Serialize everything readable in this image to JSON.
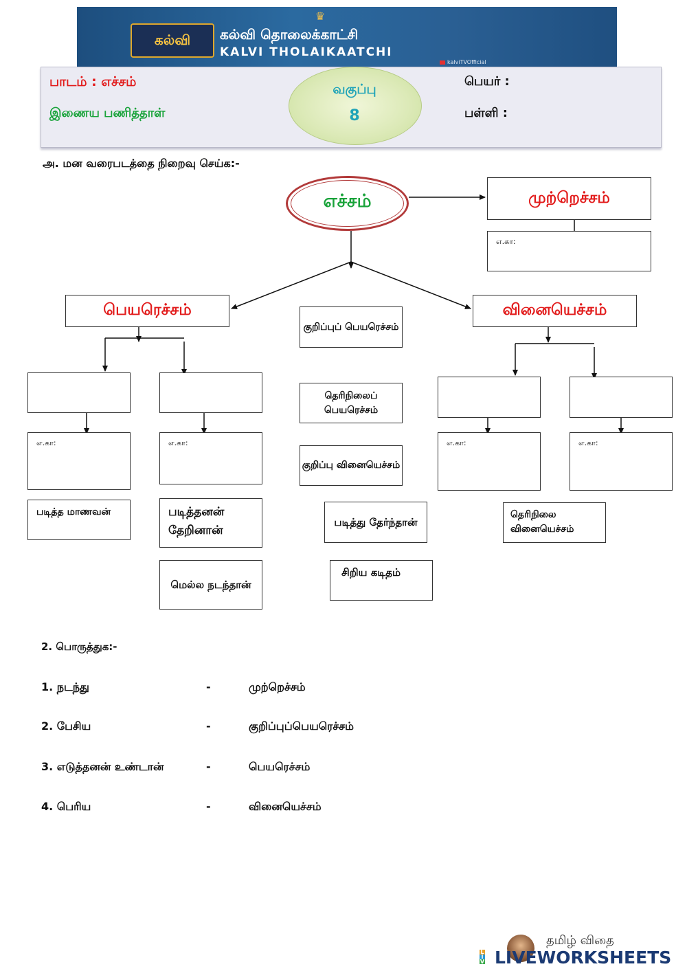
{
  "banner": {
    "logo_text": "கல்வி",
    "title_tamil": "கல்வி தொலைக்காட்சி",
    "title_english": "KALVI THOLAIKAATCHI",
    "youtube": "kalviTVOfficial"
  },
  "header": {
    "subject": "பாடம் : எச்சம்",
    "worksheet": "இணைய பணித்தாள்",
    "class_label": "வகுப்பு",
    "class_number": "8",
    "name_label": "பெயர் :",
    "school_label": "பள்ளி :"
  },
  "section1": {
    "title": "அ. மன வரைபடத்தை நிறைவு செய்க:-",
    "root": "எச்சம்",
    "muttrecham": "முற்றெச்சம்",
    "muttrecham_example": "எ.கா:",
    "peyarecham": "பெயரெச்சம்",
    "vinaiyecham": "வினையெச்சம்",
    "example_label": "எ.கா:",
    "bank": [
      "குறிப்புப் பெயரெச்சம்",
      "தெரிநிலைப் பெயரெச்சம்",
      "குறிப்பு வினையெச்சம்",
      "படித்த மாணவன்",
      "படித்தனன் தேறினான்",
      "படித்து தேர்ந்தான்",
      "தெரிநிலை வினையெச்சம்",
      "மெல்ல நடந்தான்",
      "சிறிய கடிதம்"
    ]
  },
  "section2": {
    "title": "2. பொருத்துக:-",
    "pairs": [
      {
        "left": "1. நடந்து",
        "dash": "-",
        "right": "முற்றெச்சம்"
      },
      {
        "left": "2. பேசிய",
        "dash": "-",
        "right": "குறிப்புப்பெயரெச்சம்"
      },
      {
        "left": "3. எடுத்தனன் உண்டான்",
        "dash": "-",
        "right": "பெயரெச்சம்"
      },
      {
        "left": "4. பெரிய",
        "dash": "-",
        "right": "வினையெச்சம்"
      }
    ]
  },
  "footer": {
    "brand_tamil": "தமிழ் விதை",
    "liveworksheets": "LIVEWORKSHEETS"
  },
  "colors": {
    "banner_blue": "#2b6aa0",
    "title_red": "#e21b1b",
    "title_green": "#19a33a",
    "class_teal": "#1fa3b8",
    "root_border": "#b23a3a"
  }
}
